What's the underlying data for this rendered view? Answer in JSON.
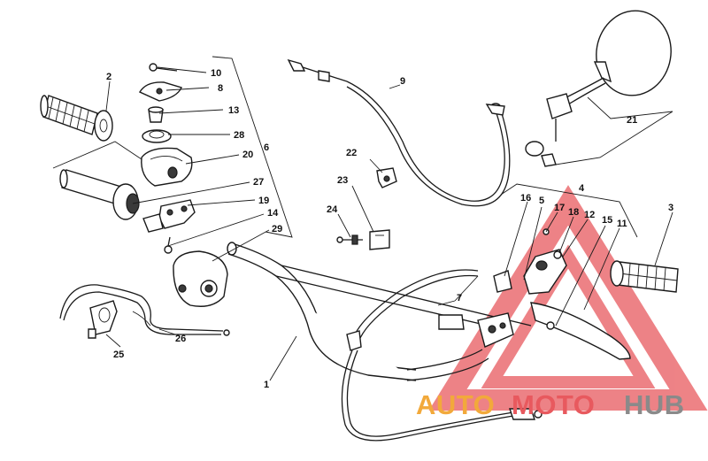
{
  "parts": [
    {
      "id": "p1",
      "label": "1"
    },
    {
      "id": "p2",
      "label": "2"
    },
    {
      "id": "p3",
      "label": "3"
    },
    {
      "id": "p4",
      "label": "4"
    },
    {
      "id": "p5",
      "label": "5"
    },
    {
      "id": "p6",
      "label": "6"
    },
    {
      "id": "p7",
      "label": "7"
    },
    {
      "id": "p8",
      "label": "8"
    },
    {
      "id": "p9",
      "label": "9"
    },
    {
      "id": "p10",
      "label": "10"
    },
    {
      "id": "p11",
      "label": "11"
    },
    {
      "id": "p12",
      "label": "12"
    },
    {
      "id": "p13",
      "label": "13"
    },
    {
      "id": "p14",
      "label": "14"
    },
    {
      "id": "p15",
      "label": "15"
    },
    {
      "id": "p16",
      "label": "16"
    },
    {
      "id": "p17",
      "label": "17"
    },
    {
      "id": "p18",
      "label": "18"
    },
    {
      "id": "p19",
      "label": "19"
    },
    {
      "id": "p20",
      "label": "20"
    },
    {
      "id": "p21",
      "label": "21"
    },
    {
      "id": "p22",
      "label": "22"
    },
    {
      "id": "p23",
      "label": "23"
    },
    {
      "id": "p24",
      "label": "24"
    },
    {
      "id": "p25",
      "label": "25"
    },
    {
      "id": "p26",
      "label": "26"
    },
    {
      "id": "p27",
      "label": "27"
    },
    {
      "id": "p28",
      "label": "28"
    },
    {
      "id": "p29",
      "label": "29"
    }
  ],
  "watermark": {
    "part1": "AUTO",
    "part2": "MOTO",
    "part3": "HUB",
    "colors": {
      "triangle": "#e8595e",
      "auto": "#f2a93b",
      "moto": "#e8595e",
      "hub": "#8a8a8a"
    }
  }
}
